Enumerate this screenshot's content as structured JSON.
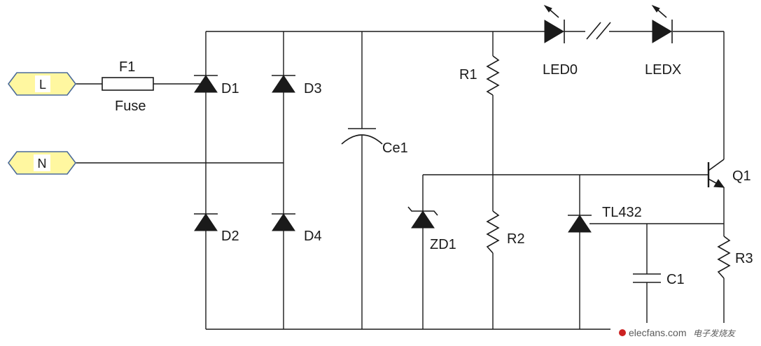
{
  "terminals": {
    "line": "L",
    "neutral": "N"
  },
  "labels": {
    "fuse_ref": "F1",
    "fuse_name": "Fuse",
    "d1": "D1",
    "d2": "D2",
    "d3": "D3",
    "d4": "D4",
    "ce1": "Ce1",
    "r1": "R1",
    "r2": "R2",
    "r3": "R3",
    "led0": "LED0",
    "ledx": "LEDX",
    "q1": "Q1",
    "zd1": "ZD1",
    "tl432": "TL432",
    "c1": "C1"
  },
  "watermark": {
    "site": "elecfans.com",
    "cn": "电子发烧友"
  },
  "colors": {
    "terminal_fill": "#fff7a0",
    "terminal_stroke": "#4a6a9a",
    "wire": "#1a1a1a",
    "watermark_accent": "#cc2222"
  }
}
